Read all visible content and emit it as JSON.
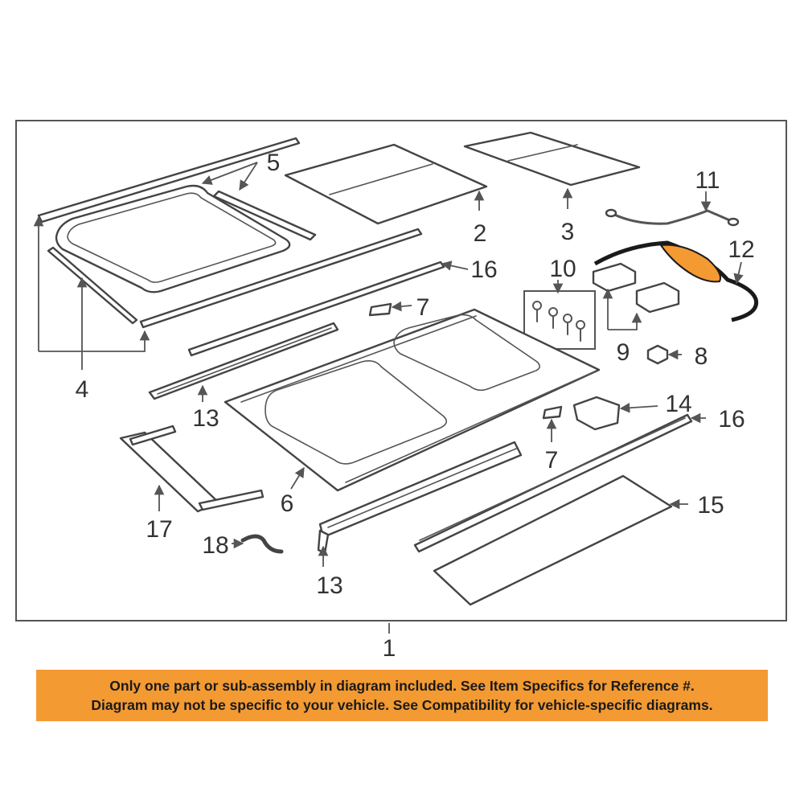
{
  "diagram": {
    "callouts": {
      "c1": "1",
      "c2": "2",
      "c3": "3",
      "c4": "4",
      "c5": "5",
      "c6": "6",
      "c7a": "7",
      "c7b": "7",
      "c8": "8",
      "c9": "9",
      "c10": "10",
      "c11": "11",
      "c12": "12",
      "c13a": "13",
      "c13b": "13",
      "c14": "14",
      "c15": "15",
      "c16a": "16",
      "c16b": "16",
      "c17": "17",
      "c18": "18"
    },
    "highlight_color": "#f39a33"
  },
  "disclaimer": {
    "line1": "Only one part or sub-assembly in diagram included. See Item Specifics for Reference #.",
    "line2": "Diagram may not be specific to your vehicle. See Compatibility for vehicle-specific diagrams.",
    "background_color": "#f39a33"
  }
}
